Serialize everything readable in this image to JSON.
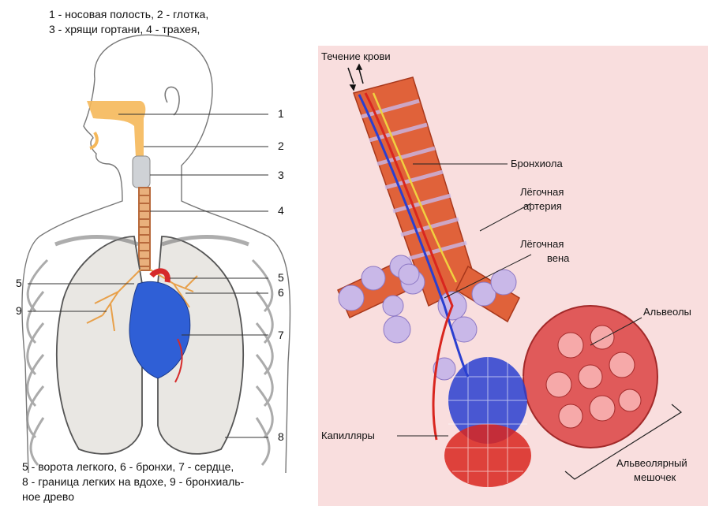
{
  "left": {
    "caption_top": [
      "1 - носовая полость, 2 - глотка,",
      "3 - хрящи гортани, 4 - трахея,"
    ],
    "caption_bottom": [
      "5 - ворота легкого, 6 - бронхи, 7 - сердце,",
      "8 - граница легких на вдохе, 9 - бронхиаль-",
      "ное древо"
    ],
    "numbers": {
      "n1": "1",
      "n2": "2",
      "n3": "3",
      "n4": "4",
      "n5_right": "5",
      "n6": "6",
      "n7": "7",
      "n8": "8",
      "n5_left": "5",
      "n9": "9"
    }
  },
  "right": {
    "blood_flow": "Течение крови",
    "bronchiole": "Бронхиола",
    "artery": [
      "Лёгочная",
      "артерия"
    ],
    "vein": [
      "Лёгочная",
      "вена"
    ],
    "alveoli": "Альвеолы",
    "capillaries": "Капилляры",
    "sac": [
      "Альвеолярный",
      "мешочек"
    ]
  },
  "colors": {
    "nasal": "#f5b85a",
    "heart_blue": "#2f5fd6",
    "heart_red": "#d62a2a",
    "muscle": "#e0623a",
    "alveolus": "#c9b8e8",
    "vein_blue": "#2a3fd0",
    "artery_red": "#d9261f",
    "bg_pink": "#f9dede"
  }
}
